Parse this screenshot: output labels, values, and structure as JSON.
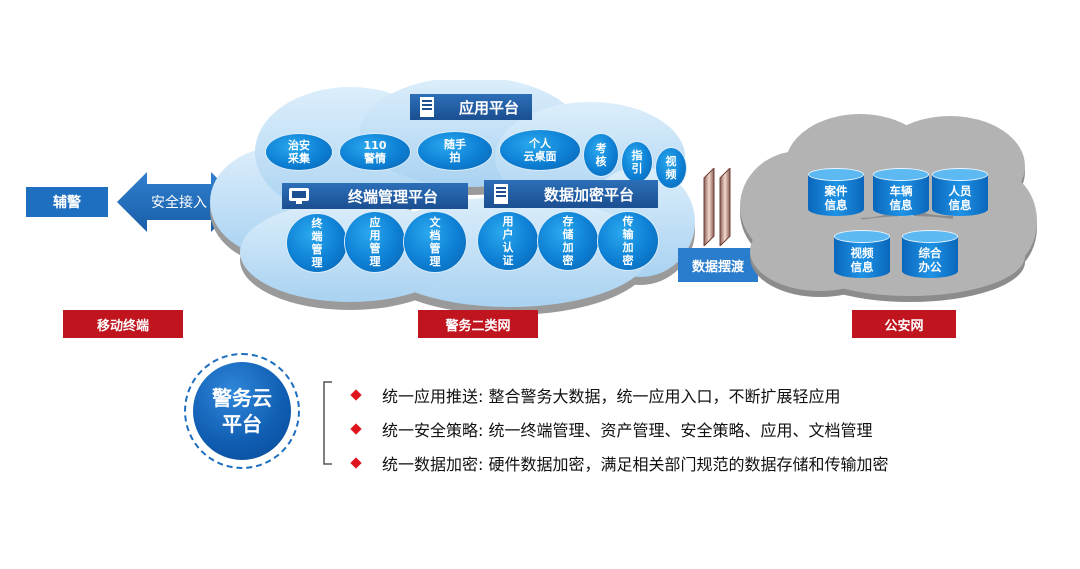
{
  "left": {
    "auxiliary_label": "辅警",
    "arrow_label": "安全接入",
    "mobile_label": "移动终端"
  },
  "cloud_left": {
    "app_platform": {
      "title": "应用平台",
      "items": [
        "治安\n采集",
        "110\n警情",
        "随手\n拍",
        "个人\n云桌面",
        "考\n核",
        "指\n引",
        "视\n频"
      ]
    },
    "terminal_platform": {
      "title": "终端管理平台",
      "items": [
        "终\n端\n管\n理",
        "应\n用\n管\n理",
        "文\n档\n管\n理"
      ]
    },
    "encrypt_platform": {
      "title": "数据加密平台",
      "items": [
        "用\n户\n认\n证",
        "存\n储\n加\n密",
        "传\n输\n加\n密"
      ]
    },
    "network_label": "警务二类网"
  },
  "ferry_label": "数据摆渡",
  "cloud_right": {
    "items": [
      "案件\n信息",
      "车辆\n信息",
      "人员\n信息",
      "视频\n信息",
      "综合\n办公"
    ],
    "network_label": "公安网"
  },
  "summary": {
    "badge": "警务云\n平台",
    "bullets": [
      "统一应用推送: 整合警务大数据，统一应用入口，不断扩展轻应用",
      "统一安全策略: 统一终端管理、资产管理、安全策略、应用、文档管理",
      "统一数据加密: 硬件数据加密，满足相关部门规范的数据存储和传输加密"
    ]
  },
  "colors": {
    "blue": "#1f6fc0",
    "red": "#c0141e",
    "cloud_light": "#c7e3f7",
    "cloud_gray": "#a6a6a6"
  }
}
